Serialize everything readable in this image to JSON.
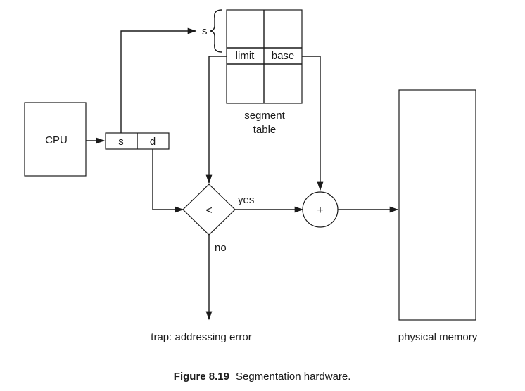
{
  "cpu": {
    "label": "CPU"
  },
  "logical_address": {
    "s_label": "s",
    "d_label": "d"
  },
  "segment_table": {
    "selector_label": "s",
    "limit_label": "limit",
    "base_label": "base",
    "caption_line1": "segment",
    "caption_line2": "table"
  },
  "comparator": {
    "symbol": "<",
    "yes_label": "yes",
    "no_label": "no"
  },
  "adder": {
    "symbol": "+"
  },
  "trap": {
    "label": "trap: addressing error"
  },
  "memory": {
    "label": "physical memory"
  },
  "caption": {
    "figure": "Figure 8.19",
    "title": "Segmentation hardware."
  }
}
